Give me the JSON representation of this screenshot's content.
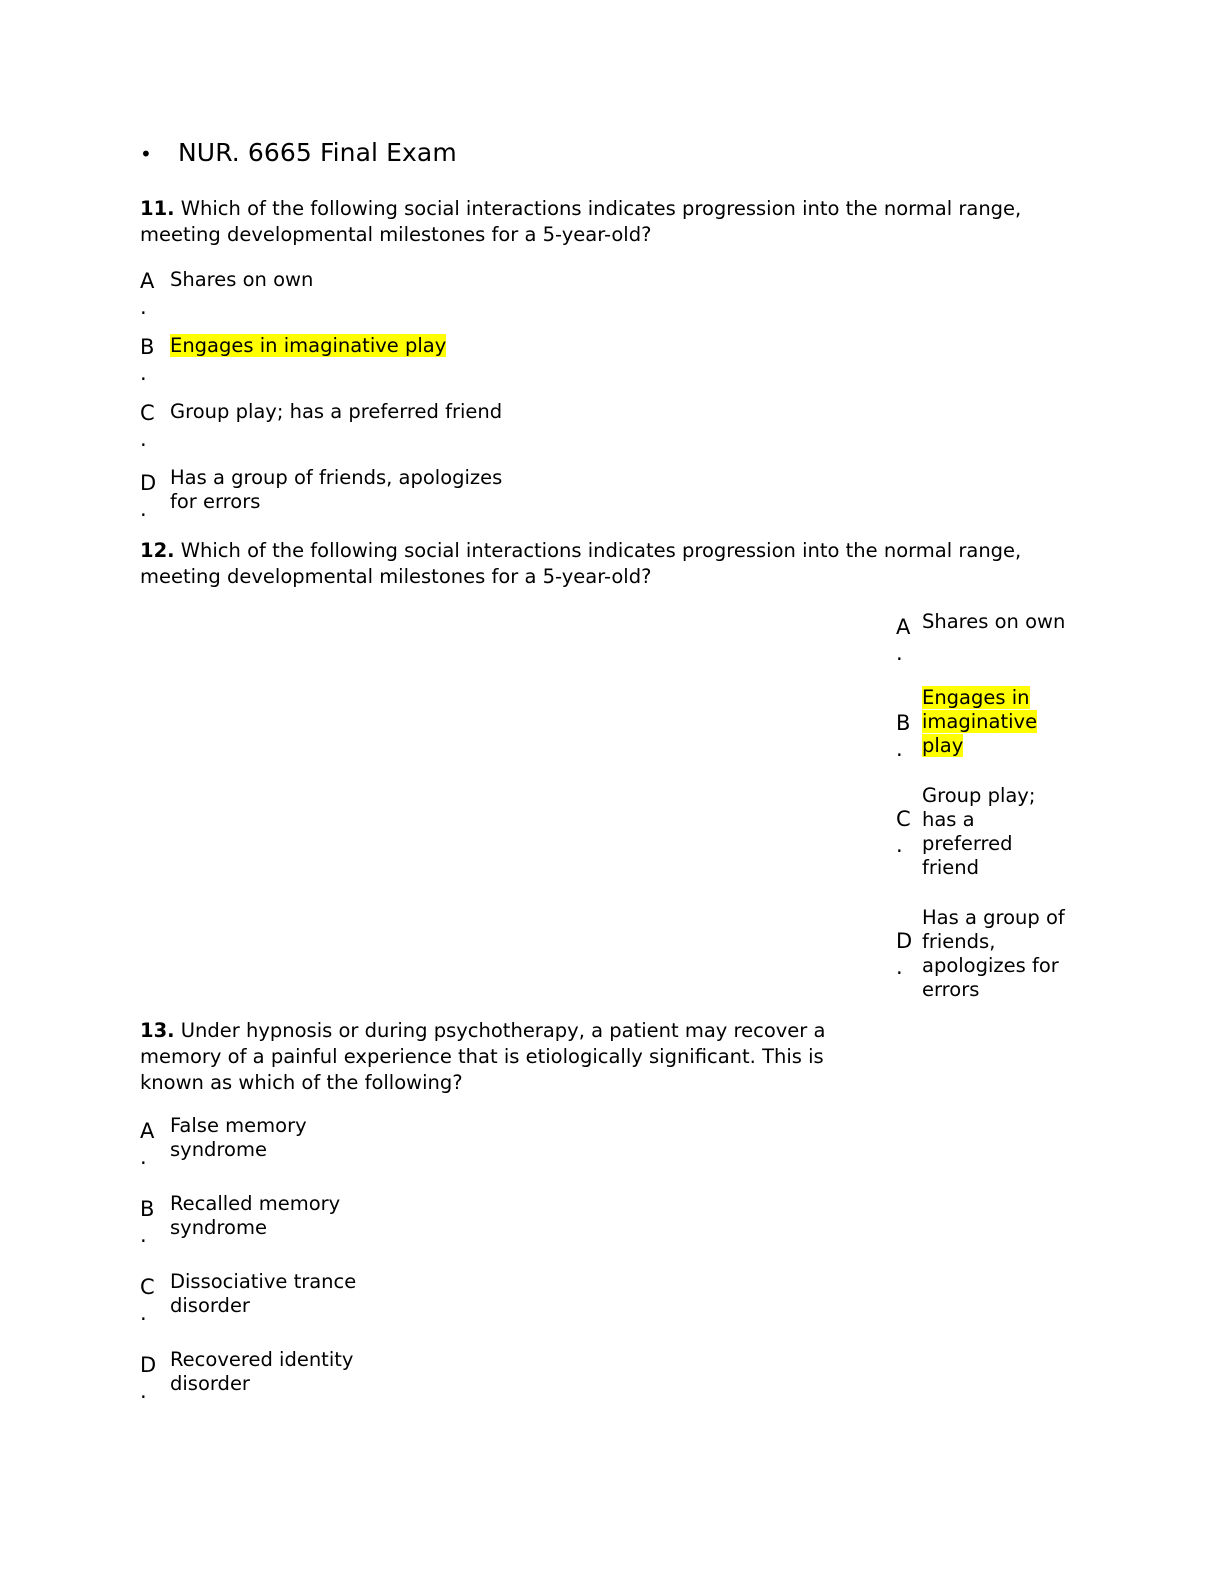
{
  "document": {
    "header": {
      "bullet_glyph": "•",
      "title": "NUR. 6665 Final Exam"
    }
  },
  "questions": [
    {
      "number": "11.",
      "stem": " Which of the following social interactions indicates progression into the normal range, meeting developmental milestones for a 5-year-old?",
      "layout": "wide",
      "options": [
        {
          "letter": "A",
          "dot": ".",
          "text": "Shares on own",
          "highlighted": false
        },
        {
          "letter": "B",
          "dot": ".",
          "text": "Engages in imaginative play",
          "highlighted": true
        },
        {
          "letter": "C",
          "dot": ".",
          "text": "Group play; has a preferred friend",
          "highlighted": false
        },
        {
          "letter": "D",
          "dot": ".",
          "text": "Has a group of friends, apologizes for errors",
          "highlighted": false
        }
      ]
    },
    {
      "number": "12.",
      "stem": " Which of the following social interactions indicates progression into the normal range, meeting developmental milestones for a 5-year-old?",
      "layout": "narrow-right",
      "options": [
        {
          "letter": "A",
          "dot": ".",
          "text": "Shares on own",
          "highlighted": false
        },
        {
          "letter": "B",
          "dot": ".",
          "text": "Engages in imaginative play",
          "highlighted": true
        },
        {
          "letter": "C",
          "dot": ".",
          "text": "Group play; has a preferred friend",
          "highlighted": false
        },
        {
          "letter": "D",
          "dot": ".",
          "text": "Has a group of friends, apologizes for errors",
          "highlighted": false
        }
      ]
    },
    {
      "number": "13.",
      "stem": " Under hypnosis or during psychotherapy, a patient may recover a memory of a painful experience that is etiologically significant. This is known as which of the following?",
      "layout": "wide",
      "options": [
        {
          "letter": "A",
          "dot": ".",
          "text": "False memory syndrome",
          "highlighted": false
        },
        {
          "letter": "B",
          "dot": ".",
          "text": "Recalled memory syndrome",
          "highlighted": false
        },
        {
          "letter": "C",
          "dot": ".",
          "text": "Dissociative trance disorder",
          "highlighted": false
        },
        {
          "letter": "D",
          "dot": ".",
          "text": "Recovered identity disorder",
          "highlighted": false
        }
      ]
    }
  ],
  "colors": {
    "highlight": "#ffff00",
    "text": "#000000",
    "page_background": "#ffffff"
  }
}
